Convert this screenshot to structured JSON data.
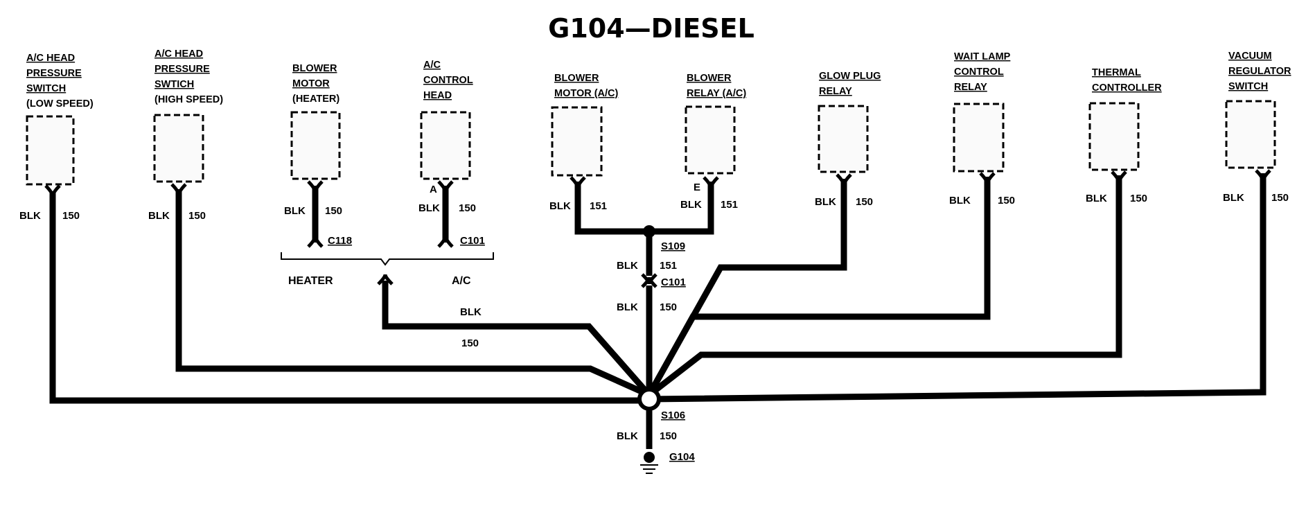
{
  "title": "G104—DIESEL",
  "components": {
    "ac_head_low": [
      "A/C HEAD",
      "PRESSURE",
      "SWITCH",
      "(LOW SPEED)"
    ],
    "ac_head_high": [
      "A/C HEAD",
      "PRESSURE",
      "SWTICH",
      "(HIGH SPEED)"
    ],
    "blower_motor_heater": [
      "BLOWER",
      "MOTOR",
      "(HEATER)"
    ],
    "ac_control_head": [
      "A/C",
      "CONTROL",
      "HEAD"
    ],
    "blower_motor_ac": [
      "BLOWER",
      "MOTOR (A/C)"
    ],
    "blower_relay_ac": [
      "BLOWER",
      "RELAY (A/C)"
    ],
    "glow_plug_relay": [
      "GLOW PLUG",
      "RELAY"
    ],
    "wait_lamp_relay": [
      "WAIT LAMP",
      "CONTROL",
      "RELAY"
    ],
    "thermal_controller": [
      "THERMAL",
      "CONTROLLER"
    ],
    "vacuum_regulator": [
      "VACUUM",
      "REGULATOR",
      "SWITCH"
    ]
  },
  "wires": {
    "color": "BLK",
    "circuit_150": "150",
    "circuit_151": "151"
  },
  "pins": {
    "ac_control_head": "A",
    "blower_relay_ac": "E"
  },
  "connectors": {
    "c118": "C118",
    "c101_a": "C101",
    "c101_b": "C101"
  },
  "splices": {
    "s109": "S109",
    "s106": "S106"
  },
  "ground": "G104",
  "sections": {
    "heater": "HEATER",
    "ac": "A/C"
  }
}
